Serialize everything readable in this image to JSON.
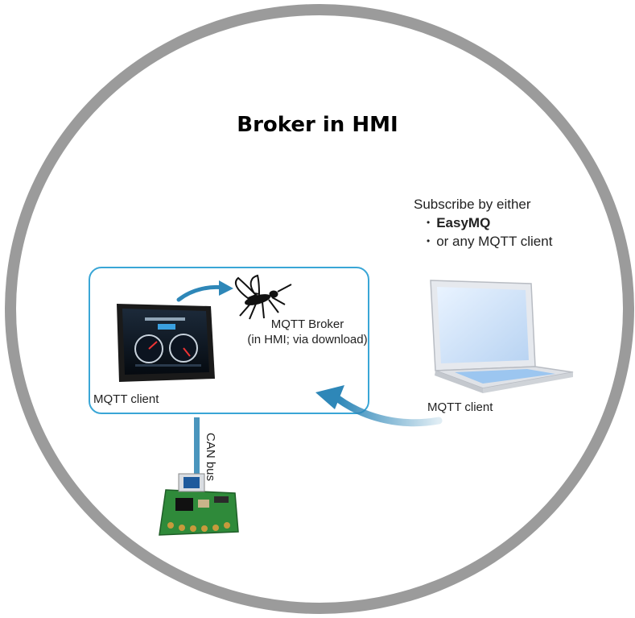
{
  "diagram": {
    "title": "Broker in HMI",
    "subscribe": {
      "heading": "Subscribe by either",
      "options": [
        "EasyMQ",
        "or any MQTT client"
      ]
    },
    "hmi_client_label": "MQTT client",
    "broker_label_line1": "MQTT Broker",
    "broker_label_line2": "(in HMI; via download)",
    "laptop_client_label": "MQTT client",
    "bus_label": "CAN bus",
    "colors": {
      "ring": "#9b9b9b",
      "box_border": "#3aa6d6",
      "arrow": "#2e87b8",
      "bus": "#4a95bd",
      "pcb": "#2f8a3a"
    },
    "icons": [
      "hmi-touchscreen-icon",
      "mosquitto-icon",
      "laptop-icon",
      "circuit-board-icon"
    ]
  }
}
